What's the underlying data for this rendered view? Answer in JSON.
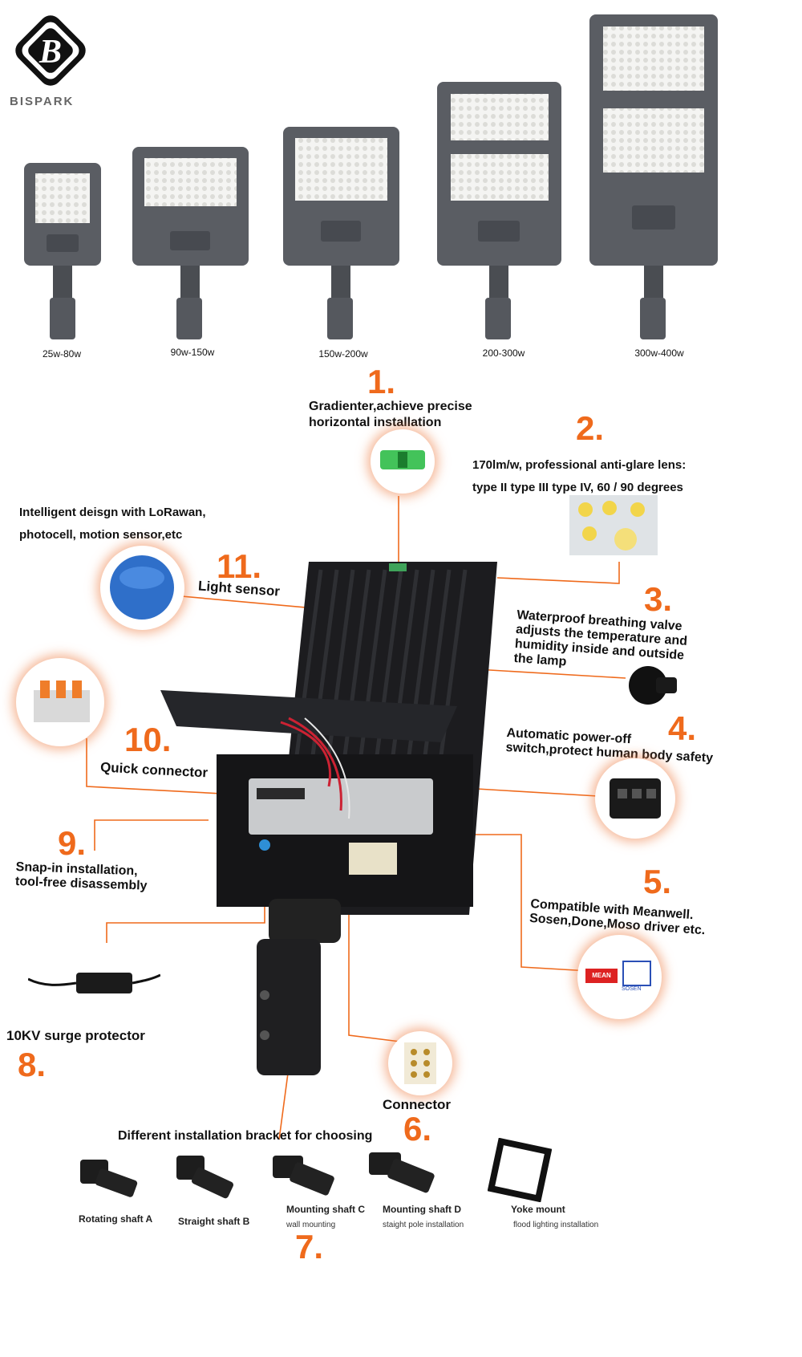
{
  "brand": {
    "name": "BISPARK"
  },
  "models": [
    {
      "power": "25w-80w"
    },
    {
      "power": "90w-150w"
    },
    {
      "power": "150w-200w"
    },
    {
      "power": "200-300w"
    },
    {
      "power": "300w-400w"
    }
  ],
  "features": {
    "f1": {
      "num": "1.",
      "line1": "Gradienter,achieve precise",
      "line2": "horizontal installation"
    },
    "f2": {
      "num": "2.",
      "line1": "170lm/w, professional anti-glare lens:",
      "line2": "type II type III type IV, 60 / 90 degrees"
    },
    "f3": {
      "num": "3.",
      "line1": "Waterproof breathing valve",
      "line2": "adjusts the temperature and",
      "line3": "humidity inside and outside",
      "line4": "the lamp"
    },
    "f4": {
      "num": "4.",
      "line1": "Automatic power-off",
      "line2": "switch,protect human body safety"
    },
    "f5": {
      "num": "5.",
      "line1": "Compatible with Meanwell.",
      "line2": "Sosen,Done,Moso driver etc."
    },
    "f6": {
      "num": "6.",
      "label": "Connector"
    },
    "f7": {
      "num": "7.",
      "title": "Different installation bracket for choosing"
    },
    "f8": {
      "num": "8.",
      "label": "10KV surge protector"
    },
    "f9": {
      "num": "9.",
      "line1": "Snap-in installation,",
      "line2": "tool-free disassembly"
    },
    "f10": {
      "num": "10.",
      "label": "Quick connector"
    },
    "f11": {
      "num": "11.",
      "label": "Light sensor"
    },
    "intelligent": {
      "line1": "Intelligent deisgn with LoRawan,",
      "line2": "photocell, motion sensor,etc"
    }
  },
  "brackets": [
    {
      "name": "Rotating shaft A",
      "sub": ""
    },
    {
      "name": "Straight shaft B",
      "sub": ""
    },
    {
      "name": "Mounting shaft C",
      "sub": "wall mounting"
    },
    {
      "name": "Mounting shaft D",
      "sub": "staight pole installation"
    },
    {
      "name": "Yoke mount",
      "sub": "flood lighting installation"
    }
  ],
  "logos": {
    "meanwell": "MEAN WELL",
    "sosen": "SOSEN"
  },
  "colors": {
    "accent": "#ef6a1c",
    "body": "#5a5d63",
    "dark": "#1c1c1f"
  }
}
